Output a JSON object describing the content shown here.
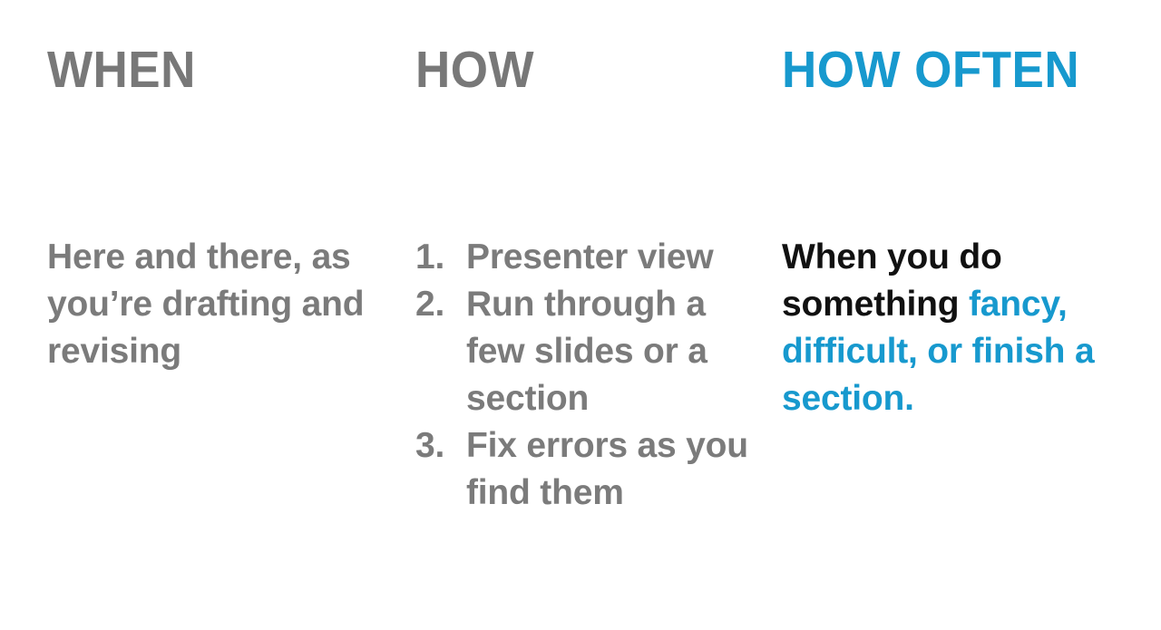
{
  "slide": {
    "background_color": "#ffffff",
    "accent_color": "#1799ce",
    "gray_color": "#7b7b7b",
    "black_color": "#111111"
  },
  "columns": {
    "when": {
      "heading": "WHEN",
      "heading_color": "#787878",
      "body": "Here and there, as you’re drafting and revising"
    },
    "how": {
      "heading": "HOW",
      "heading_color": "#787878",
      "items": [
        {
          "marker": "1.",
          "text": "Presenter view"
        },
        {
          "marker": "2.",
          "text": "Run through a few slides or a section"
        },
        {
          "marker": "3.",
          "text": "Fix errors as you find them"
        }
      ]
    },
    "how_often": {
      "heading": "HOW OFTEN",
      "heading_color": "#1799ce",
      "body_runs": [
        {
          "text": "When you do something ",
          "color": "black"
        },
        {
          "text": "fancy, difficult, or finish a section.",
          "color": "blue"
        }
      ],
      "body_black_part": "When you do something ",
      "body_blue_part": "fancy, difficult, or finish a section."
    }
  }
}
